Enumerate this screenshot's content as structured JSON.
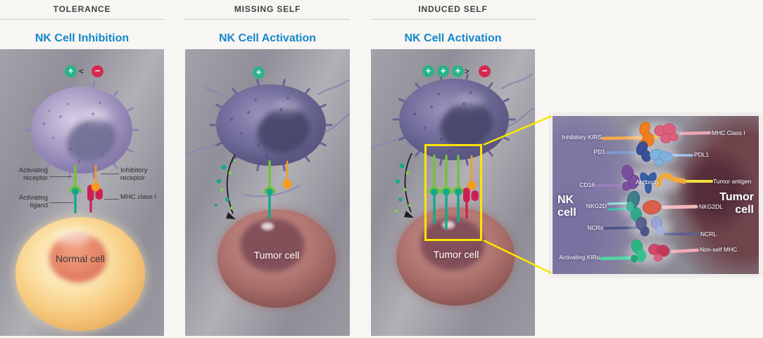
{
  "columns": [
    {
      "category": "TOLERANCE",
      "headline": "NK Cell Inhibition",
      "signs": [
        "+",
        "<",
        "−"
      ],
      "labels": {
        "activating_receptor": "Activating receptor",
        "inhibitory_receptor": "Inhibitory receptor",
        "activating_ligand": "Activating ligand",
        "mhc_class_i": "MHC class I"
      },
      "target_cell": "Normal cell"
    },
    {
      "category": "MISSING SELF",
      "headline": "NK Cell Activation",
      "signs": [
        "+"
      ],
      "target_cell": "Tumor cell"
    },
    {
      "category": "INDUCED SELF",
      "headline": "NK Cell Activation",
      "signs": [
        "+",
        "+",
        "+",
        ">",
        "−"
      ],
      "target_cell": "Tumor cell"
    }
  ],
  "inset": {
    "nk_cell": "NK cell",
    "tumor_cell": "Tumor cell",
    "antibody": "Antibody",
    "pairs": [
      {
        "nk_receptor": "Inhibitory KIRS",
        "tumor_ligand": "MHC Class I"
      },
      {
        "nk_receptor": "PD1",
        "tumor_ligand": "PDL1"
      },
      {
        "nk_receptor": "CD16",
        "tumor_ligand": "Tumor antigen"
      },
      {
        "nk_receptor": "NKG2D",
        "tumor_ligand": "NKG2DL"
      },
      {
        "nk_receptor": "NCRs",
        "tumor_ligand": "NCRL"
      },
      {
        "nk_receptor": "Activating KIRs",
        "tumor_ligand": "Non-self MHC"
      }
    ]
  },
  "colors": {
    "headline_blue": "#1488cc",
    "plus_green": "#29b287",
    "minus_red": "#d4294f",
    "highlight_yellow": "#ffe400",
    "activating_receptor_green": "#76c13d",
    "activating_ligand_teal": "#14a88b",
    "inhibitory_receptor_orange": "#f79b1e",
    "mhc_class_i_crimson": "#cd2050"
  }
}
